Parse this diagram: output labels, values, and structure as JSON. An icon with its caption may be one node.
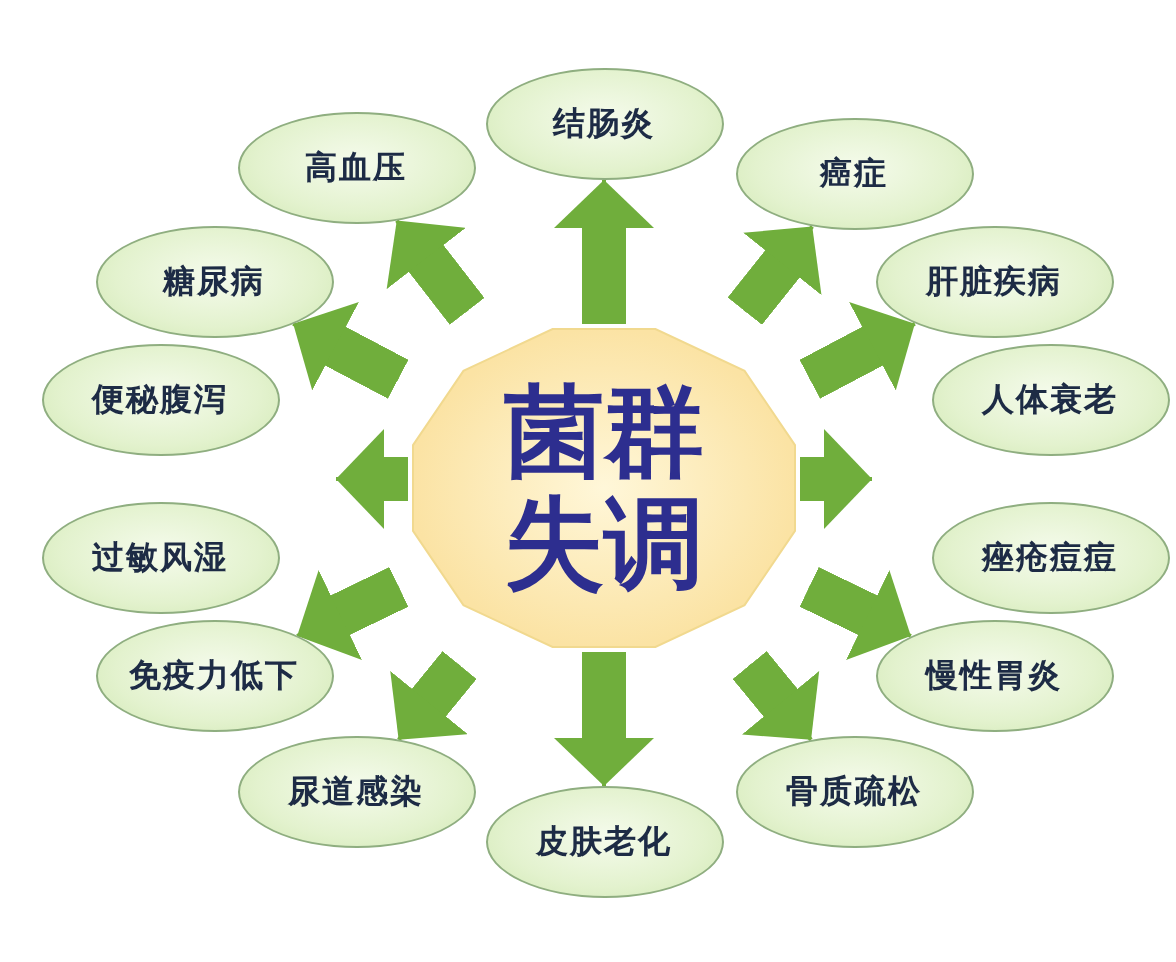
{
  "diagram": {
    "nodes": [
      {
        "text": [
          "菌群失调"
        ]
      },
      {
        "text": [
          "结肠炎"
        ]
      },
      {
        "text": [
          "癌症"
        ]
      },
      {
        "text": [
          "肝脏疾病"
        ]
      },
      {
        "text": [
          "人体衰老"
        ]
      },
      {
        "text": [
          "痤疮痘痘"
        ]
      },
      {
        "text": [
          "慢性胃炎"
        ]
      },
      {
        "text": [
          "骨质疏松"
        ]
      },
      {
        "text": [
          "皮肤老化"
        ]
      },
      {
        "text": [
          "尿道感染"
        ]
      },
      {
        "text": [
          "免疫力低下"
        ]
      },
      {
        "text": [
          "过敏风湿"
        ]
      },
      {
        "text": [
          "便秘腹泻"
        ]
      },
      {
        "text": [
          "糖尿病"
        ]
      },
      {
        "text": [
          "高血压"
        ]
      }
    ],
    "edges": [
      {
        "from": 0,
        "to": 1,
        "arrow": "to"
      },
      {
        "from": 0,
        "to": 2,
        "arrow": "to"
      },
      {
        "from": 0,
        "to": 3,
        "arrow": "to"
      },
      {
        "from": 0,
        "to": null,
        "arrow": "to"
      },
      {
        "from": 0,
        "to": 6,
        "arrow": "to"
      },
      {
        "from": 0,
        "to": 7,
        "arrow": "to"
      },
      {
        "from": 0,
        "to": 8,
        "arrow": "to"
      },
      {
        "from": 0,
        "to": 9,
        "arrow": "to"
      },
      {
        "from": 0,
        "to": 10,
        "arrow": "to"
      },
      {
        "from": 0,
        "to": null,
        "arrow": "to"
      },
      {
        "from": 0,
        "to": 13,
        "arrow": "to"
      },
      {
        "from": 0,
        "to": 14,
        "arrow": "to"
      }
    ]
  }
}
